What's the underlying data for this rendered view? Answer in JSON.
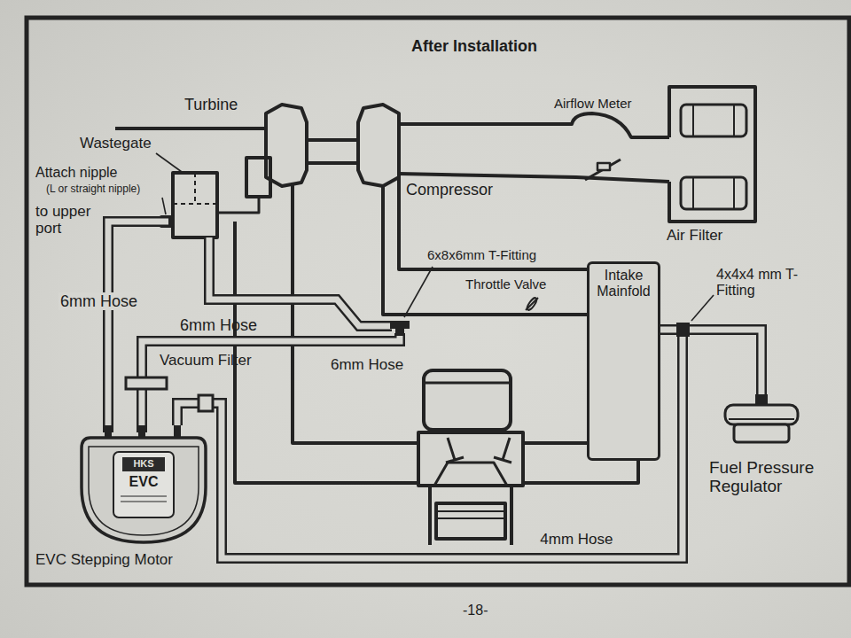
{
  "diagram": {
    "title": "After Installation",
    "nodes": [
      {
        "text": [
          "Intake Mainfold"
        ]
      },
      {
        "text": [
          "Fuel Pressure Regulator"
        ]
      },
      {
        "text": [
          "HKS",
          "EVC",
          "EVC Stepping Motor"
        ]
      }
    ],
    "edges": [
      {
        "from": 0,
        "to": 1,
        "arrow": "none"
      },
      {
        "from": 0,
        "to": 2,
        "label": "4mm Hose",
        "arrow": "none"
      }
    ],
    "labels": [
      "Turbine",
      "Wastegate",
      "Attach nipple",
      "(L or straight nipple)",
      "to upper port",
      "Airflow Meter",
      "Compressor",
      "Air Filter",
      "6x8x6mm T-Fitting",
      "Throttle Valve",
      "4x4x4 mm T-Fitting",
      "6mm Hose",
      "6mm Hose",
      "6mm Hose",
      "Vacuum Filter",
      "-18-"
    ]
  }
}
